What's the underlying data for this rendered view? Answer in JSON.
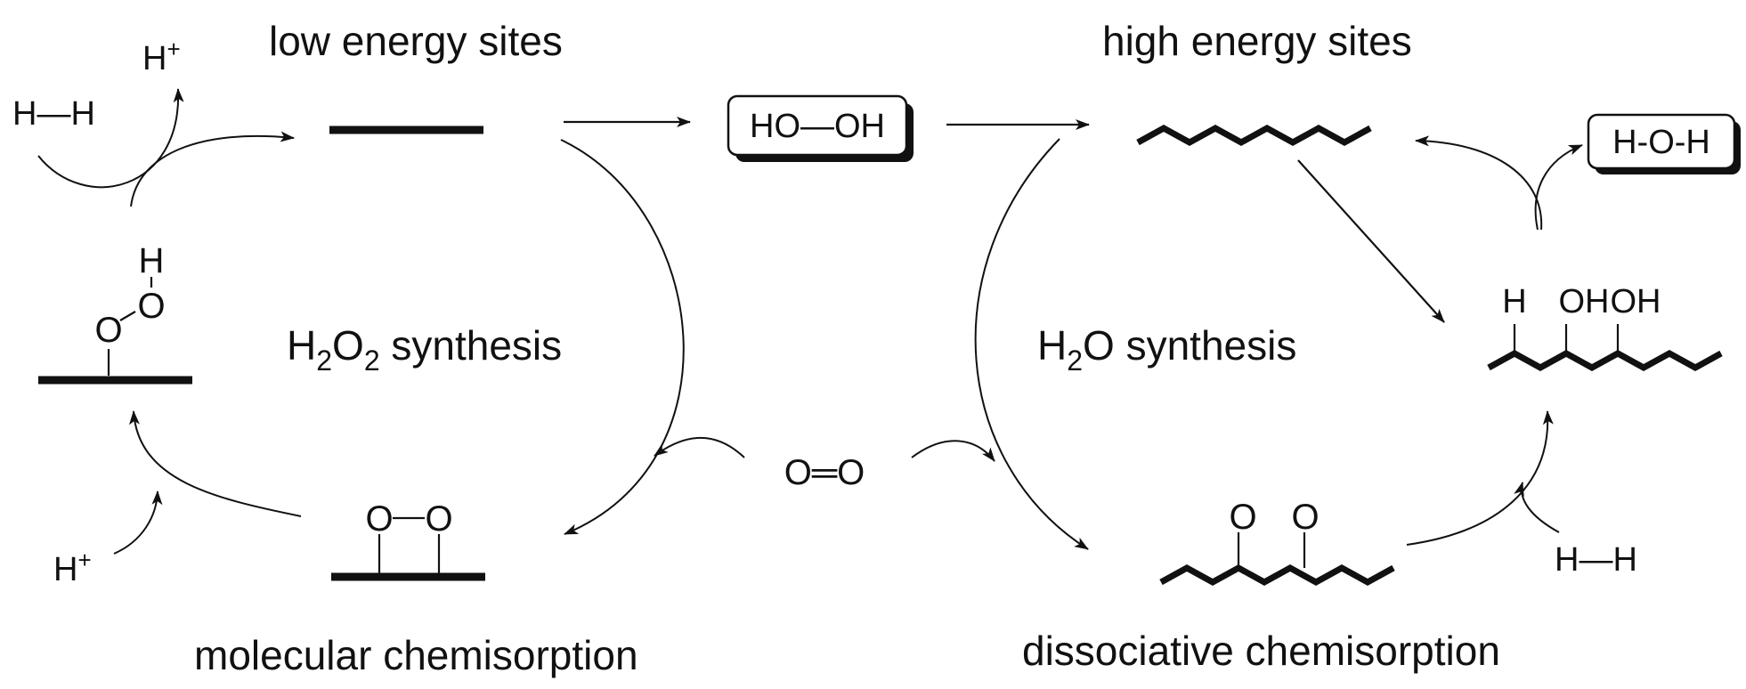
{
  "headings": {
    "low_energy_sites": "low energy sites",
    "high_energy_sites": "high energy sites",
    "h2o2_synthesis": [
      "H",
      "2",
      "O",
      "2",
      " synthesis"
    ],
    "h2o_synthesis": [
      "H",
      "2",
      "O synthesis"
    ],
    "molecular_chemisorption": "molecular chemisorption",
    "dissociative_chemisorption": "dissociative chemisorption"
  },
  "species": {
    "h2_left": "H—H",
    "h2_right": "H—H",
    "h_plus_top": [
      "H",
      "+"
    ],
    "h_plus_bottom": [
      "H",
      "+"
    ],
    "hydrogen_peroxide": "HO—OH",
    "water": "H-O-H",
    "oxygen_molecule": "O═O",
    "ooh_intermediate": {
      "o": "O",
      "oh_o": "O",
      "oh_h": "H"
    },
    "adsorbed_o2": {
      "o1": "O",
      "o2": "O"
    },
    "dissociated_o": {
      "o1": "O",
      "o2": "O"
    },
    "hydroxylated_surface": {
      "h": "H",
      "oh1": "OH",
      "oh2": "OH"
    }
  },
  "colors": {
    "ink": "#111111",
    "background": "#ffffff"
  }
}
